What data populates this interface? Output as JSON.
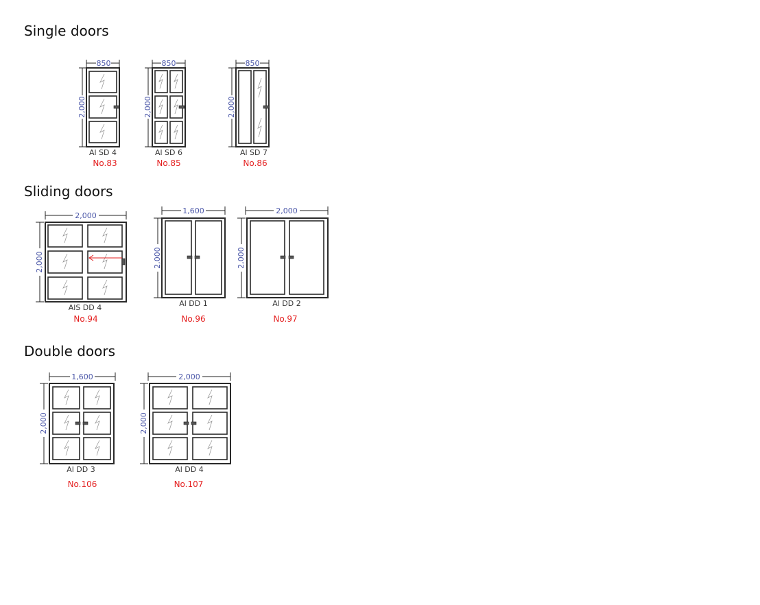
{
  "sections": {
    "single": "Single doors",
    "sliding": "Sliding doors",
    "double": "Double doors"
  },
  "doors": [
    {
      "key": "sd4",
      "width": "850",
      "height": "2,000",
      "code": "Al SD 4",
      "number": "No.83"
    },
    {
      "key": "sd6",
      "width": "850",
      "height": "2,000",
      "code": "Al SD 6",
      "number": "No.85"
    },
    {
      "key": "sd7",
      "width": "850",
      "height": "2,000",
      "code": "Al SD 7",
      "number": "No.86"
    },
    {
      "key": "dd4s",
      "width": "2,000",
      "height": "2,000",
      "code": "AlS DD 4",
      "number": "No.94"
    },
    {
      "key": "dd1",
      "width": "1,600",
      "height": "2,000",
      "code": "Al DD 1",
      "number": "No.96"
    },
    {
      "key": "dd2",
      "width": "2,000",
      "height": "2,000",
      "code": "Al DD 2",
      "number": "No.97"
    },
    {
      "key": "dd3",
      "width": "1,600",
      "height": "2,000",
      "code": "Al DD 3",
      "number": "No.106"
    },
    {
      "key": "dd4",
      "width": "2,000",
      "height": "2,000",
      "code": "Al DD 4",
      "number": "No.107"
    }
  ],
  "colors": {
    "dimension": "#4b57a8",
    "number": "#e41e1e",
    "frame": "#2a2a2a"
  }
}
